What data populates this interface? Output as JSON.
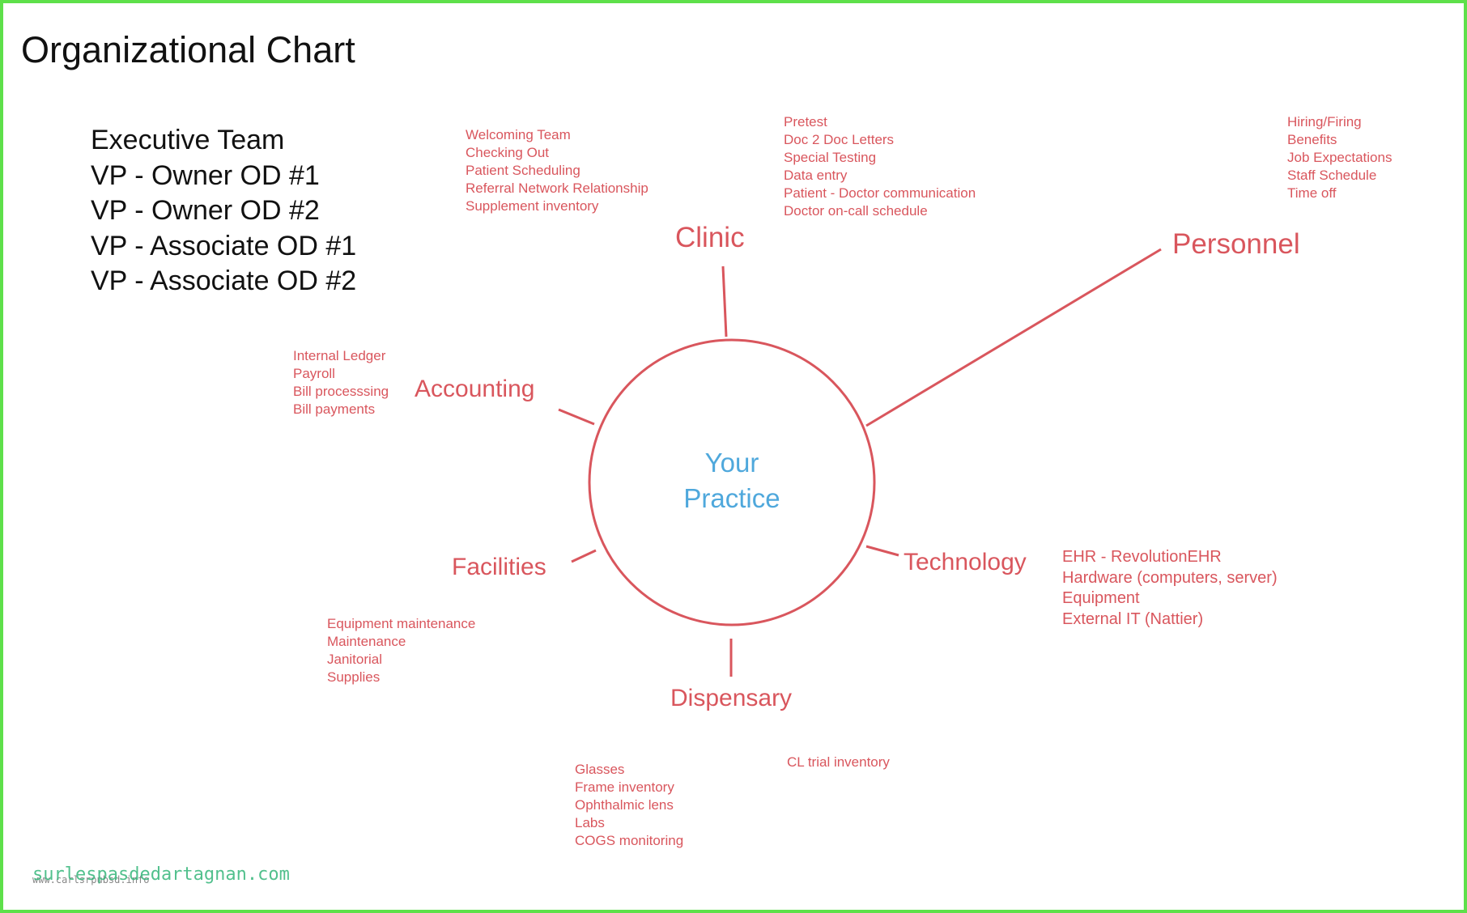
{
  "title": "Organizational Chart",
  "executive": [
    "Executive Team",
    "VP - Owner OD #1",
    "VP - Owner OD #2",
    "VP - Associate OD #1",
    "VP - Associate OD #2"
  ],
  "center": {
    "line1": "Your",
    "line2": "Practice"
  },
  "nodes": {
    "clinic": "Clinic",
    "personnel": "Personnel",
    "accounting": "Accounting",
    "technology": "Technology",
    "facilities": "Facilities",
    "dispensary": "Dispensary"
  },
  "lists": {
    "front": [
      "Welcoming Team",
      "Checking Out",
      "Patient Scheduling",
      "Referral Network Relationship",
      "Supplement inventory"
    ],
    "clinic": [
      "Pretest",
      "Doc 2 Doc Letters",
      "Special Testing",
      "Data entry",
      "Patient - Doctor communication",
      "Doctor on-call schedule"
    ],
    "personnel": [
      "Hiring/Firing",
      "Benefits",
      "Job Expectations",
      "Staff Schedule",
      "Time off"
    ],
    "accounting": [
      "Internal Ledger",
      "Payroll",
      "Bill processsing",
      "Bill payments"
    ],
    "technology": [
      "EHR - RevolutionEHR",
      "Hardware (computers, server)",
      "Equipment",
      "External IT (Nattier)"
    ],
    "facilities": [
      "Equipment maintenance",
      "Maintenance",
      "Janitorial",
      "Supplies"
    ],
    "dispensary": [
      "Glasses",
      "Frame inventory",
      "Ophthalmic lens",
      "Labs",
      "COGS monitoring"
    ],
    "cl": [
      "CL trial inventory"
    ]
  },
  "watermark": {
    "main": "surlespasdedartagnan.com",
    "sub": "www.carlsrpubsd.info"
  },
  "colors": {
    "accent": "#d9565d",
    "center_text": "#4fa8dc",
    "frame": "#5ee04a"
  }
}
